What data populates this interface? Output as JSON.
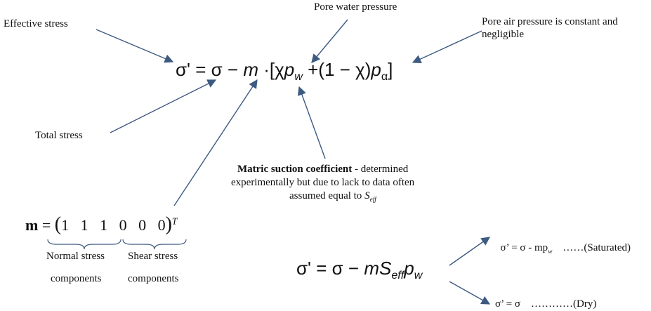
{
  "labels": {
    "effective_stress": "Effective stress",
    "pore_water_pressure": "Pore water pressure",
    "pore_air_line1": "Pore air pressure is constant and",
    "pore_air_line2": "negligible",
    "total_stress": "Total stress",
    "matric_bold": "Matric suction coefficient",
    "matric_rest1": " -  determined",
    "matric_line2": "experimentally but due to lack to data often",
    "matric_line3": "assumed equal to ",
    "seff_s": "S",
    "seff_sub": "eff",
    "normal_stress_1": "Normal stress",
    "normal_stress_2": "components",
    "shear_stress_1": "Shear stress",
    "shear_stress_2": "components"
  },
  "main_equation": {
    "lhs": "σ'",
    "eq": " = σ − ",
    "m": "m",
    "dot": " ·[",
    "chi1": "χ",
    "p1": "p",
    "w1": "w",
    "plus": " +(1 − ",
    "chi2": "χ",
    "close_paren": ")",
    "p2": "p",
    "alpha": "α",
    "close_bracket": "]"
  },
  "m_vector": {
    "m": "m",
    "eq": " = ",
    "open": "(",
    "values": "1   1   1   0   0   0",
    "close": ")",
    "sup": "T"
  },
  "second_equation": {
    "lhs": "σ' = σ − ",
    "m": "m",
    "s": "S",
    "eff": "eff",
    "p": "p",
    "w": "w"
  },
  "saturated": {
    "text": "σ’ = σ - mp",
    "sub": "w",
    "suffix": "    ……(Saturated)"
  },
  "dry": {
    "text": "σ’ = σ    …………(Dry)"
  },
  "colors": {
    "arrow": "#3d5a80",
    "text": "#111111"
  }
}
